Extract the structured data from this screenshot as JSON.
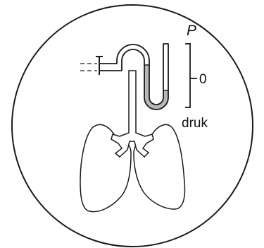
{
  "diagram": {
    "labels": {
      "pressure_symbol": "P",
      "zero_mark": "0",
      "pressure_word": "druk"
    },
    "colors": {
      "stroke": "#1a1a1a",
      "fluid": "#b8b8b8",
      "background": "#ffffff"
    }
  }
}
